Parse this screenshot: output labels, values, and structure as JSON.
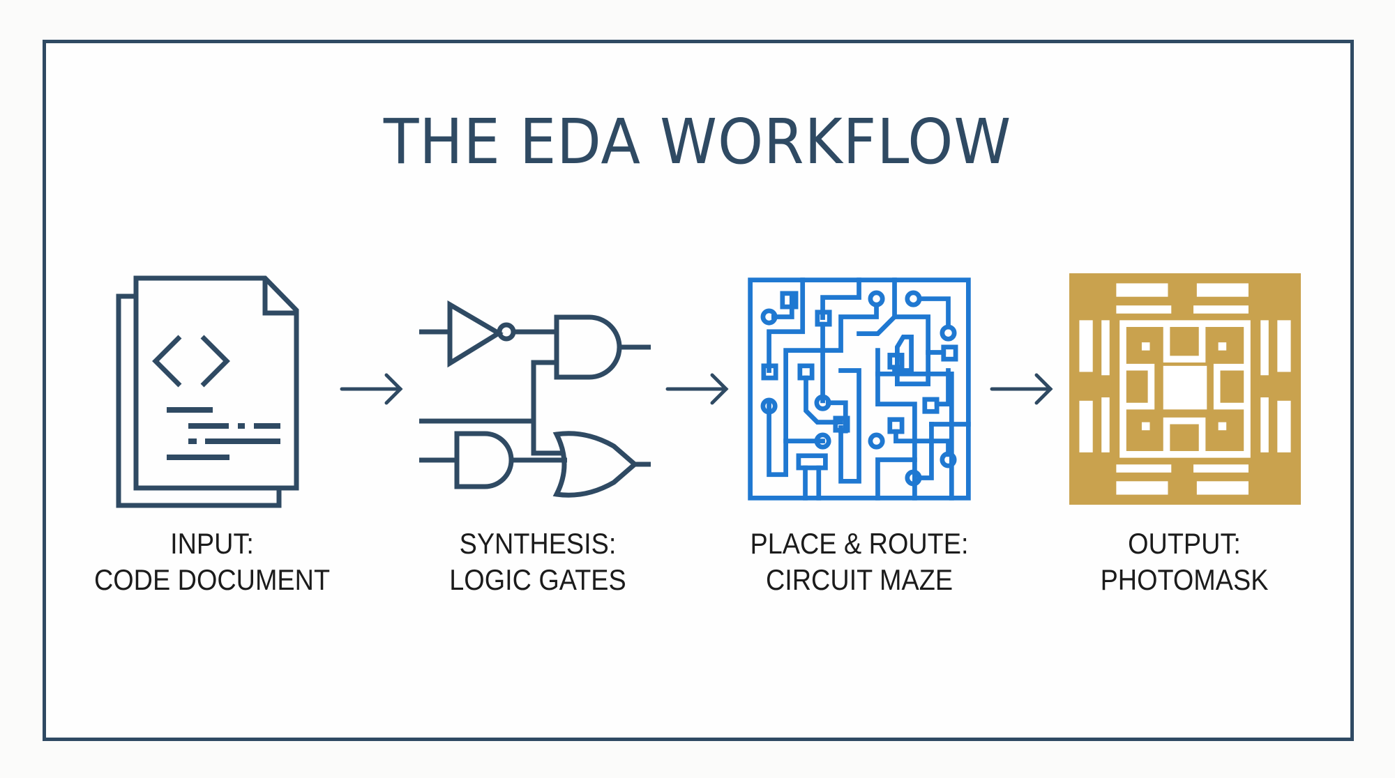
{
  "title": "THE EDA WORKFLOW",
  "colors": {
    "frame": "#2f4a63",
    "dark_icon": "#2f4a63",
    "maze": "#1f78d1",
    "photomask": "#c9a24e",
    "label_text": "#1b1b1b",
    "background": "#fefefe"
  },
  "steps": [
    {
      "icon": "code-document-icon",
      "line1": "INPUT:",
      "line2": "CODE DOCUMENT"
    },
    {
      "icon": "logic-gates-icon",
      "line1": "SYNTHESIS:",
      "line2": "LOGIC GATES"
    },
    {
      "icon": "circuit-maze-icon",
      "line1": "PLACE & ROUTE:",
      "line2": "CIRCUIT MAZE"
    },
    {
      "icon": "photomask-icon",
      "line1": "OUTPUT:",
      "line2": "PHOTOMASK"
    }
  ],
  "arrows": [
    "arrow-right-icon",
    "arrow-right-icon",
    "arrow-right-icon"
  ]
}
